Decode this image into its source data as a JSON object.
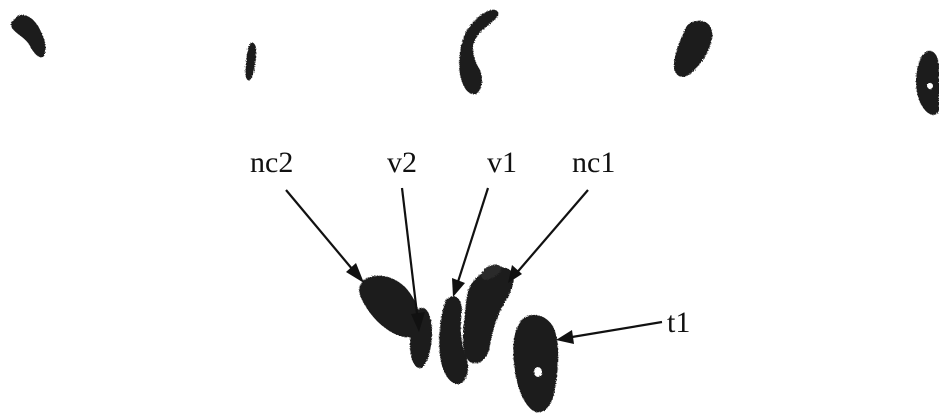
{
  "figure": {
    "background_color": "#ffffff",
    "ink_color": "#1c1c1c",
    "labels": {
      "nc2": "nc2",
      "v2": "v2",
      "v1": "v1",
      "nc1": "nc1",
      "t1": "t1"
    }
  }
}
